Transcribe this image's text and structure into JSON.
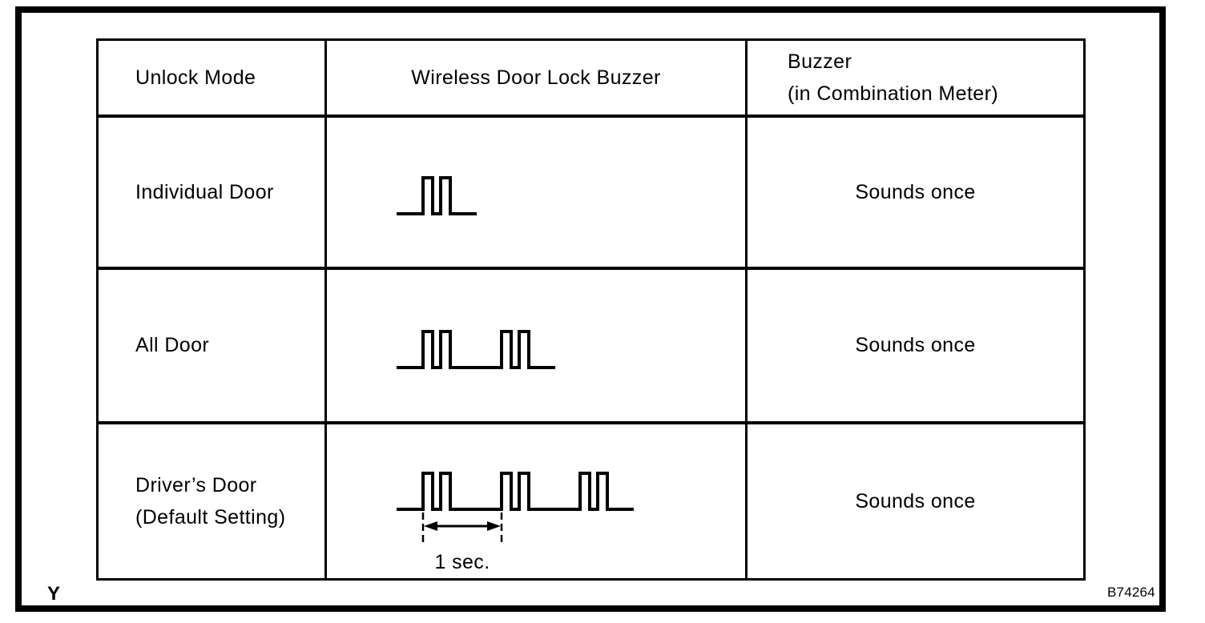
{
  "figure": {
    "corner_label": "Y",
    "figure_code": "B74264"
  },
  "table": {
    "headers": {
      "unlock_mode": "Unlock Mode",
      "wireless_door_lock_buzzer": "Wireless Door Lock Buzzer",
      "combination_meter_line1": "Buzzer",
      "combination_meter_line2": "(in Combination Meter)"
    },
    "rows": [
      {
        "unlock_mode": "Individual Door",
        "combination_meter_buzzer": "Sounds once",
        "buzzer_pattern": {
          "beep_groups": 1,
          "pulses_per_group": 2,
          "annotation": ""
        }
      },
      {
        "unlock_mode": "All Door",
        "combination_meter_buzzer": "Sounds once",
        "buzzer_pattern": {
          "beep_groups": 2,
          "pulses_per_group": 2,
          "annotation": ""
        }
      },
      {
        "unlock_mode": "Driver’s Door",
        "unlock_mode_line2": "(Default Setting)",
        "combination_meter_buzzer": "Sounds once",
        "buzzer_pattern": {
          "beep_groups": 3,
          "pulses_per_group": 2,
          "annotation": "1 sec."
        }
      }
    ]
  }
}
